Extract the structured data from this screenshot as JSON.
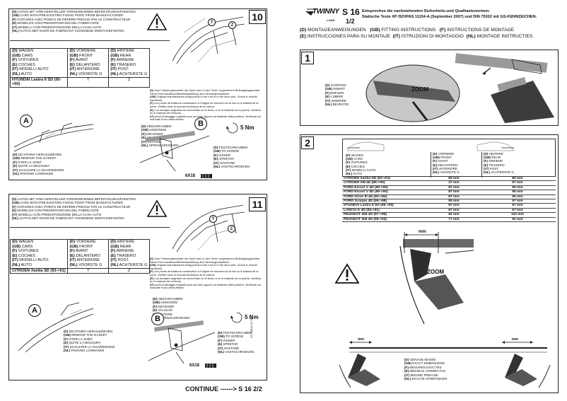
{
  "left_page": {
    "panel10": {
      "number": "10",
      "header_lines": [
        {
          "code": "(D)",
          "text": "AUTOS MIT VOM HERSTELLER VORGESEHENEN BEFESTIGUNGSPUNKTEN"
        },
        {
          "code": "(GB)",
          "text": "CARS WITH PRE-EXISTING FIXING POINT FROM MANUFACTURER"
        },
        {
          "code": "(F)",
          "text": "VOITURES AVEC POINTS DE REPÈRE PREVUS PAR LE CONSTRUCTEUR"
        },
        {
          "code": "(E)",
          "text": "MODELOS CON PREDISPOSICION DEL FABRICANTE"
        },
        {
          "code": "(IT)",
          "text": "MODELLI CON PREDISPOSIZIONE DELLA CASA AUTO"
        },
        {
          "code": "(NL)",
          "text": "AUTO'S MET DOOR DE FABRIKANT VOORZIENE MONTAGEPUNTEN"
        }
      ],
      "grid_col1": [
        {
          "code": "(D)",
          "text": "WAGEN"
        },
        {
          "code": "(GB)",
          "text": "CARS"
        },
        {
          "code": "(F)",
          "text": "VOITURES"
        },
        {
          "code": "(E)",
          "text": "COCHES"
        },
        {
          "code": "(IT)",
          "text": "MODELLI AUTO"
        },
        {
          "code": "(NL)",
          "text": "AUTO"
        }
      ],
      "grid_col2": [
        {
          "code": "(D)",
          "text": "VORDERE"
        },
        {
          "code": "(GB)",
          "text": "FRONT"
        },
        {
          "code": "(F)",
          "text": "AVANT"
        },
        {
          "code": "(E)",
          "text": "DELANTERO"
        },
        {
          "code": "(IT)",
          "text": "ANTERIORE"
        },
        {
          "code": "(NL)",
          "text": "VOORSTE G"
        }
      ],
      "grid_col3": [
        {
          "code": "(D)",
          "text": "HINTERE"
        },
        {
          "code": "(GB)",
          "text": "REAR"
        },
        {
          "code": "(F)",
          "text": "ARRIERE"
        },
        {
          "code": "(E)",
          "text": "TRASERO"
        },
        {
          "code": "(IT)",
          "text": "POST."
        },
        {
          "code": "(NL)",
          "text": "ACHTERSTE G"
        }
      ],
      "model_row": {
        "model": "HYUNDAI Lantra II SD (95->00)",
        "t": "T",
        "z": "Z"
      },
      "notes": [
        {
          "code": "(D)",
          "text": "Vom Fahrzeughersteller am Dach bzw. in den Türen vorgesehene Befestigungspunkte. Siehe Fahr-handbuch/Betriebsanleitung des Fahrzeugherstellers!"
        },
        {
          "code": "(GB)",
          "text": "Original manufacturers fixing points in the roof or in the door shut. Check in vehicle handbook."
        },
        {
          "code": "(F)",
          "text": "Les points de fixations construction à l'origine se trouvent sur le toit ou le battant de la porte. Vérifier dans le manuel technique de la voiture."
        },
        {
          "code": "(E)",
          "text": "Los anclajes originales se encuentran en el techo o en el batiente de la puerta. Verificar en el manual del vehiculo."
        },
        {
          "code": "(IT)",
          "text": "punti di fissaggio originali sono sul tetto oppure sul battente della portiera. Verificare sul manuale d'uso della vettura."
        },
        {
          "code": "(NL)",
          "text": "Vom Fahrzeughersteller am Dach bzw. in den Türen."
        }
      ],
      "stepA": {
        "letter": "A",
        "lines": [
          {
            "code": "(D)",
            "text": "DICHTUNG HERAUSZIEHEN"
          },
          {
            "code": "(GB)",
            "text": "REMOVE THE GASKET"
          },
          {
            "code": "(F)",
            "text": "OTER LA JOINT"
          },
          {
            "code": "(E)",
            "text": "QUITE LA MOLDURA"
          },
          {
            "code": "(IT)",
            "text": "SCALZARE LA GUARNIZIONE"
          },
          {
            "code": "(NL)",
            "text": "PAKKING LOSMAKEN"
          }
        ]
      },
      "stepB": {
        "letter": "B",
        "torque": "5 Nm",
        "screw": "6X18",
        "unscrew": [
          {
            "code": "(D)",
            "text": "ABSCHRAUBEN"
          },
          {
            "code": "(GB)",
            "text": "UNSCREW"
          },
          {
            "code": "(F)",
            "text": "DEVISSER"
          },
          {
            "code": "(E)",
            "text": "AFLOJAR"
          },
          {
            "code": "(IT)",
            "text": "SVITARE"
          },
          {
            "code": "(NL)",
            "text": "OPENSCHROEVEN"
          }
        ],
        "screw_in": [
          {
            "code": "(D)",
            "text": "FESTSCHRAUBEN"
          },
          {
            "code": "(GB)",
            "text": "TO SCREW"
          },
          {
            "code": "(F)",
            "text": "VISSER"
          },
          {
            "code": "(E)",
            "text": "APRETAR"
          },
          {
            "code": "(IT)",
            "text": "AVVITARE"
          },
          {
            "code": "(NL)",
            "text": "VASTSCHROEVEN"
          }
        ]
      }
    },
    "panel11": {
      "number": "11",
      "model_row": {
        "model": "CITROËN Xantia SD (93->01)",
        "t": "T",
        "z": "Z"
      },
      "torque": "5 Nm",
      "screw": "6X18",
      "side_code": "ST_TWC8_S1 T6F",
      "continue_text": "CONTINUE ------> S 16 2/2"
    }
  },
  "right_page": {
    "brand": "TWINNY",
    "brand_sub": "LOAD",
    "model": "S 16",
    "page": "1/2",
    "norms_line1": "Entsprechen die nachstehenden Sicherheits-und Qualitaetsnormen:",
    "norms_line2": "Statische Teste XP ISO/PAS 11154-A (September 2007) und DIN 75302 mit GS-KENNZEICHEN.",
    "instructions_line1": [
      {
        "code": "(D)",
        "text": "MONTAGEANWEISUNGEN"
      },
      {
        "code": "(GB)",
        "text": "FITTING INSTRUCTIONS"
      },
      {
        "code": "(F)",
        "text": "INSTRUCTIONS DE MONTAGE"
      }
    ],
    "instructions_line2": [
      {
        "code": "(E)",
        "text": "INSTRUCCIONES PARA SU MONTAJE"
      },
      {
        "code": "(IT)",
        "text": "ISTRUZIONI DI MONTAGGIO"
      },
      {
        "code": "(NL)",
        "text": "MONTAGE INSTRUCTIES."
      }
    ],
    "panel1": {
      "number": "1",
      "zoom": "ZOOM",
      "lines": [
        {
          "code": "(D)",
          "text": "STOPFEN"
        },
        {
          "code": "(GB)",
          "text": "INSERT"
        },
        {
          "code": "(F)",
          "text": "ENFILER"
        },
        {
          "code": "(E)",
          "text": "CUBRIR"
        },
        {
          "code": "(IT)",
          "text": "INSERIRE"
        },
        {
          "code": "(NL)",
          "text": "BEVESTIG"
        }
      ]
    },
    "panel2": {
      "number": "2",
      "zoom": "ZOOM",
      "mm": "mm",
      "head_col1": [
        {
          "code": "(D)",
          "text": "WAGEN"
        },
        {
          "code": "(GB)",
          "text": "CARS"
        },
        {
          "code": "(F)",
          "text": "VOITURES"
        },
        {
          "code": "(E)",
          "text": "COCHES"
        },
        {
          "code": "(IT)",
          "text": "MODELLI AUTO"
        },
        {
          "code": "(NL)",
          "text": "AUTO"
        }
      ],
      "head_col2": [
        {
          "code": "(D)",
          "text": "VORDERE"
        },
        {
          "code": "(GB)",
          "text": "FRONT"
        },
        {
          "code": "(F)",
          "text": "AVANT"
        },
        {
          "code": "(E)",
          "text": "DELANTERO"
        },
        {
          "code": "(IT)",
          "text": "ANTERIORE"
        },
        {
          "code": "(NL)",
          "text": "VOORSTE G"
        }
      ],
      "head_col3": [
        {
          "code": "(D)",
          "text": "HINTERE"
        },
        {
          "code": "(GB)",
          "text": "REAR"
        },
        {
          "code": "(F)",
          "text": "ARRIERE"
        },
        {
          "code": "(E)",
          "text": "TRASERO"
        },
        {
          "code": "(IT)",
          "text": "POST."
        },
        {
          "code": "(NL)",
          "text": "ACHTERSTE G"
        }
      ],
      "rows": [
        {
          "model": "CITROËN Xantia  SD (93->01)",
          "front": "65 mm",
          "rear": "80 mm"
        },
        {
          "model": "CITROEN XM   4D (89->00)",
          "front": "47 mm",
          "rear": "57 mm"
        },
        {
          "model": "FORD Escort V 4D (90->00)",
          "front": "87 mm",
          "rear": "95 mm"
        },
        {
          "model": "FORD Escort V 5D (95->00)",
          "front": "87 mm",
          "rear": "95 mm"
        },
        {
          "model": "FORD Orion III 4D (93->94)",
          "front": "87 mm",
          "rear": "95 mm"
        },
        {
          "model": "FORD Scorpio 4D (95->98)",
          "front": "95 mm",
          "rear": "97 mm"
        },
        {
          "model": "HYUNDAI Lantra II SD (95->00)",
          "front": "87 mm",
          "rear": "97 mm"
        },
        {
          "model": "LANCIA K 4D (94->01)",
          "front": "67 mm",
          "rear": "67 mm"
        },
        {
          "model": "PEUGEOT 406 4D (97->96)",
          "front": "92 mm",
          "rear": "110 mm"
        },
        {
          "model": "PEUGEOT 406 4D (95->04)",
          "front": "77 mm",
          "rear": "92 mm"
        }
      ],
      "measure_lines": [
        {
          "code": "(D)",
          "text": "GENAUE MASSE"
        },
        {
          "code": "(GB)",
          "text": "EXACT DIMENSIONS"
        },
        {
          "code": "(F)",
          "text": "MESURES EXACTES"
        },
        {
          "code": "(E)",
          "text": "MEDIDAS CORRECTAS"
        },
        {
          "code": "(IT)",
          "text": "MISURE PRECISE"
        },
        {
          "code": "(NL)",
          "text": "EXACTE AFMETINGEN"
        }
      ]
    }
  }
}
